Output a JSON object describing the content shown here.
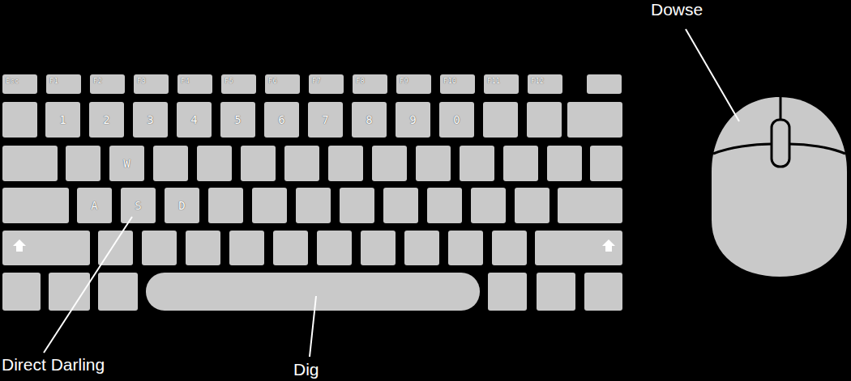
{
  "diagram": {
    "labels": [
      "Esc",
      "F1",
      "F2",
      "F3",
      "F4",
      "F5",
      "F6",
      "F7",
      "F8",
      "F9",
      "F10",
      "F11",
      "F12",
      "1",
      "2",
      "3",
      "4",
      "5",
      "6",
      "7",
      "8",
      "9",
      "0",
      "W",
      "A",
      "S",
      "D",
      "Dowse",
      "Direct Darling",
      "Dig"
    ]
  }
}
